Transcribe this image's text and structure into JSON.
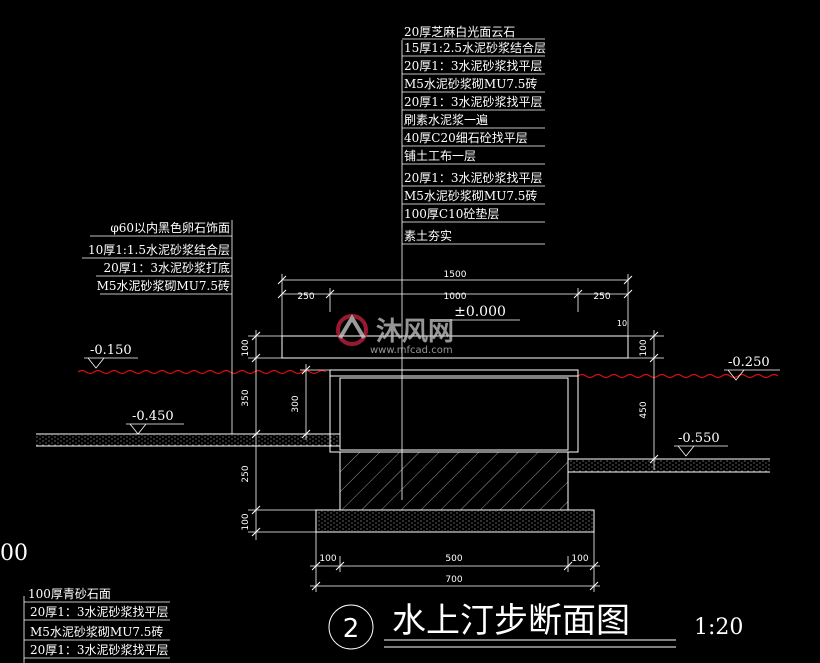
{
  "top_callout": {
    "layers": [
      "20厚芝麻白光面云石",
      "15厚1:2.5水泥砂浆结合层",
      "20厚1：3水泥砂浆找平层",
      "M5水泥砂浆砌MU7.5砖",
      "20厚1：3水泥砂浆找平层",
      "刷素水泥浆一遍",
      "40厚C20细石砼找平层",
      "铺土工布一层",
      "20厚1：3水泥砂浆找平层",
      "M5水泥砂浆砌MU7.5砖",
      "100厚C10砼垫层",
      "素土夯实"
    ]
  },
  "left_callout": {
    "layers": [
      "φ60以内黑色卵石饰面",
      "10厚1:1.5水泥砂浆结合层",
      "20厚1：3水泥砂浆打底",
      "M5水泥砂浆砌MU7.5砖"
    ]
  },
  "bottom_left_callout": {
    "layers": [
      "100厚青砂石面",
      "20厚1：3水泥砂浆找平层",
      "M5水泥砂浆砌MU7.5砖",
      "20厚1：3水泥砂浆找平层"
    ]
  },
  "partial_label": "00",
  "elevations": {
    "zero": "±0.000",
    "water_left": "-0.150",
    "water_right": "-0.250",
    "ground_left": "-0.450",
    "ground_right": "-0.550"
  },
  "dimensions": {
    "top_total": "1500",
    "top_left": "250",
    "top_mid": "1000",
    "top_right": "250",
    "small_right": "10",
    "left_100": "100",
    "left_350": "350",
    "left_300": "300",
    "left_250": "250",
    "left_100b": "100",
    "right_100": "100",
    "right_450": "450",
    "bottom_left": "100",
    "bottom_mid": "500",
    "bottom_right": "100",
    "bottom_total": "700"
  },
  "title": {
    "number": "2",
    "text": "水上汀步断面图",
    "scale": "1:20"
  },
  "watermark": {
    "brand": "沐风网",
    "url": "www.mfcad.com"
  }
}
